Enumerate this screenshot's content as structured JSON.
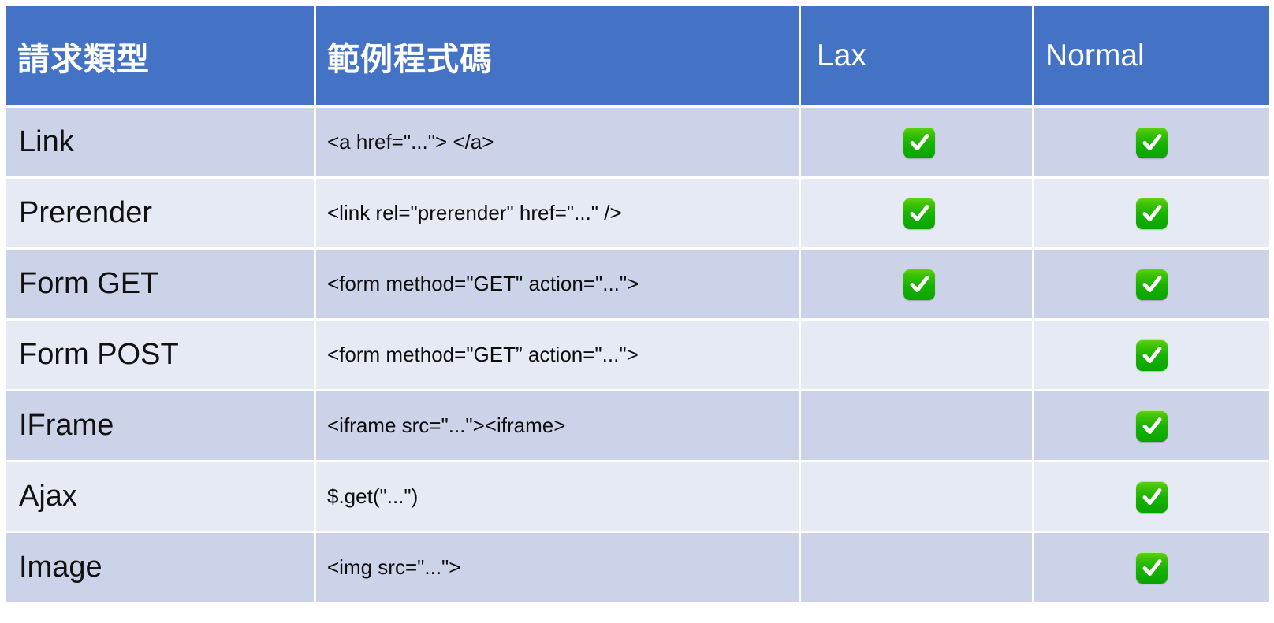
{
  "table": {
    "headers": {
      "request_type": "請求類型",
      "sample_code": "範例程式碼",
      "lax": "Lax",
      "normal": "Normal"
    },
    "check_icon_name": "white-heavy-check-mark",
    "accent_color": "#4472C4",
    "row_color_odd": "#ccd2e8",
    "row_color_even": "#e6eaf5",
    "check_color": "#17b300",
    "rows": [
      {
        "type": "Link",
        "code": "<a href=\"...\"> </a>",
        "lax": "✅",
        "normal": "✅"
      },
      {
        "type": "Prerender",
        "code": "<link rel=\"prerender\" href=\"...\" />",
        "lax": "✅",
        "normal": "✅"
      },
      {
        "type": "Form GET",
        "code": "<form method=\"GET\" action=\"...\">",
        "lax": "✅",
        "normal": "✅"
      },
      {
        "type": "Form POST",
        "code": "<form method=\"GET” action=\"...\">",
        "lax": "",
        "normal": "✅"
      },
      {
        "type": "IFrame",
        "code": "<iframe src=\"...\"><iframe>",
        "lax": "",
        "normal": "✅"
      },
      {
        "type": "Ajax",
        "code": "$.get(\"...\")",
        "lax": "",
        "normal": "✅"
      },
      {
        "type": "Image",
        "code": "<img src=\"...\">",
        "lax": "",
        "normal": "✅"
      }
    ]
  }
}
